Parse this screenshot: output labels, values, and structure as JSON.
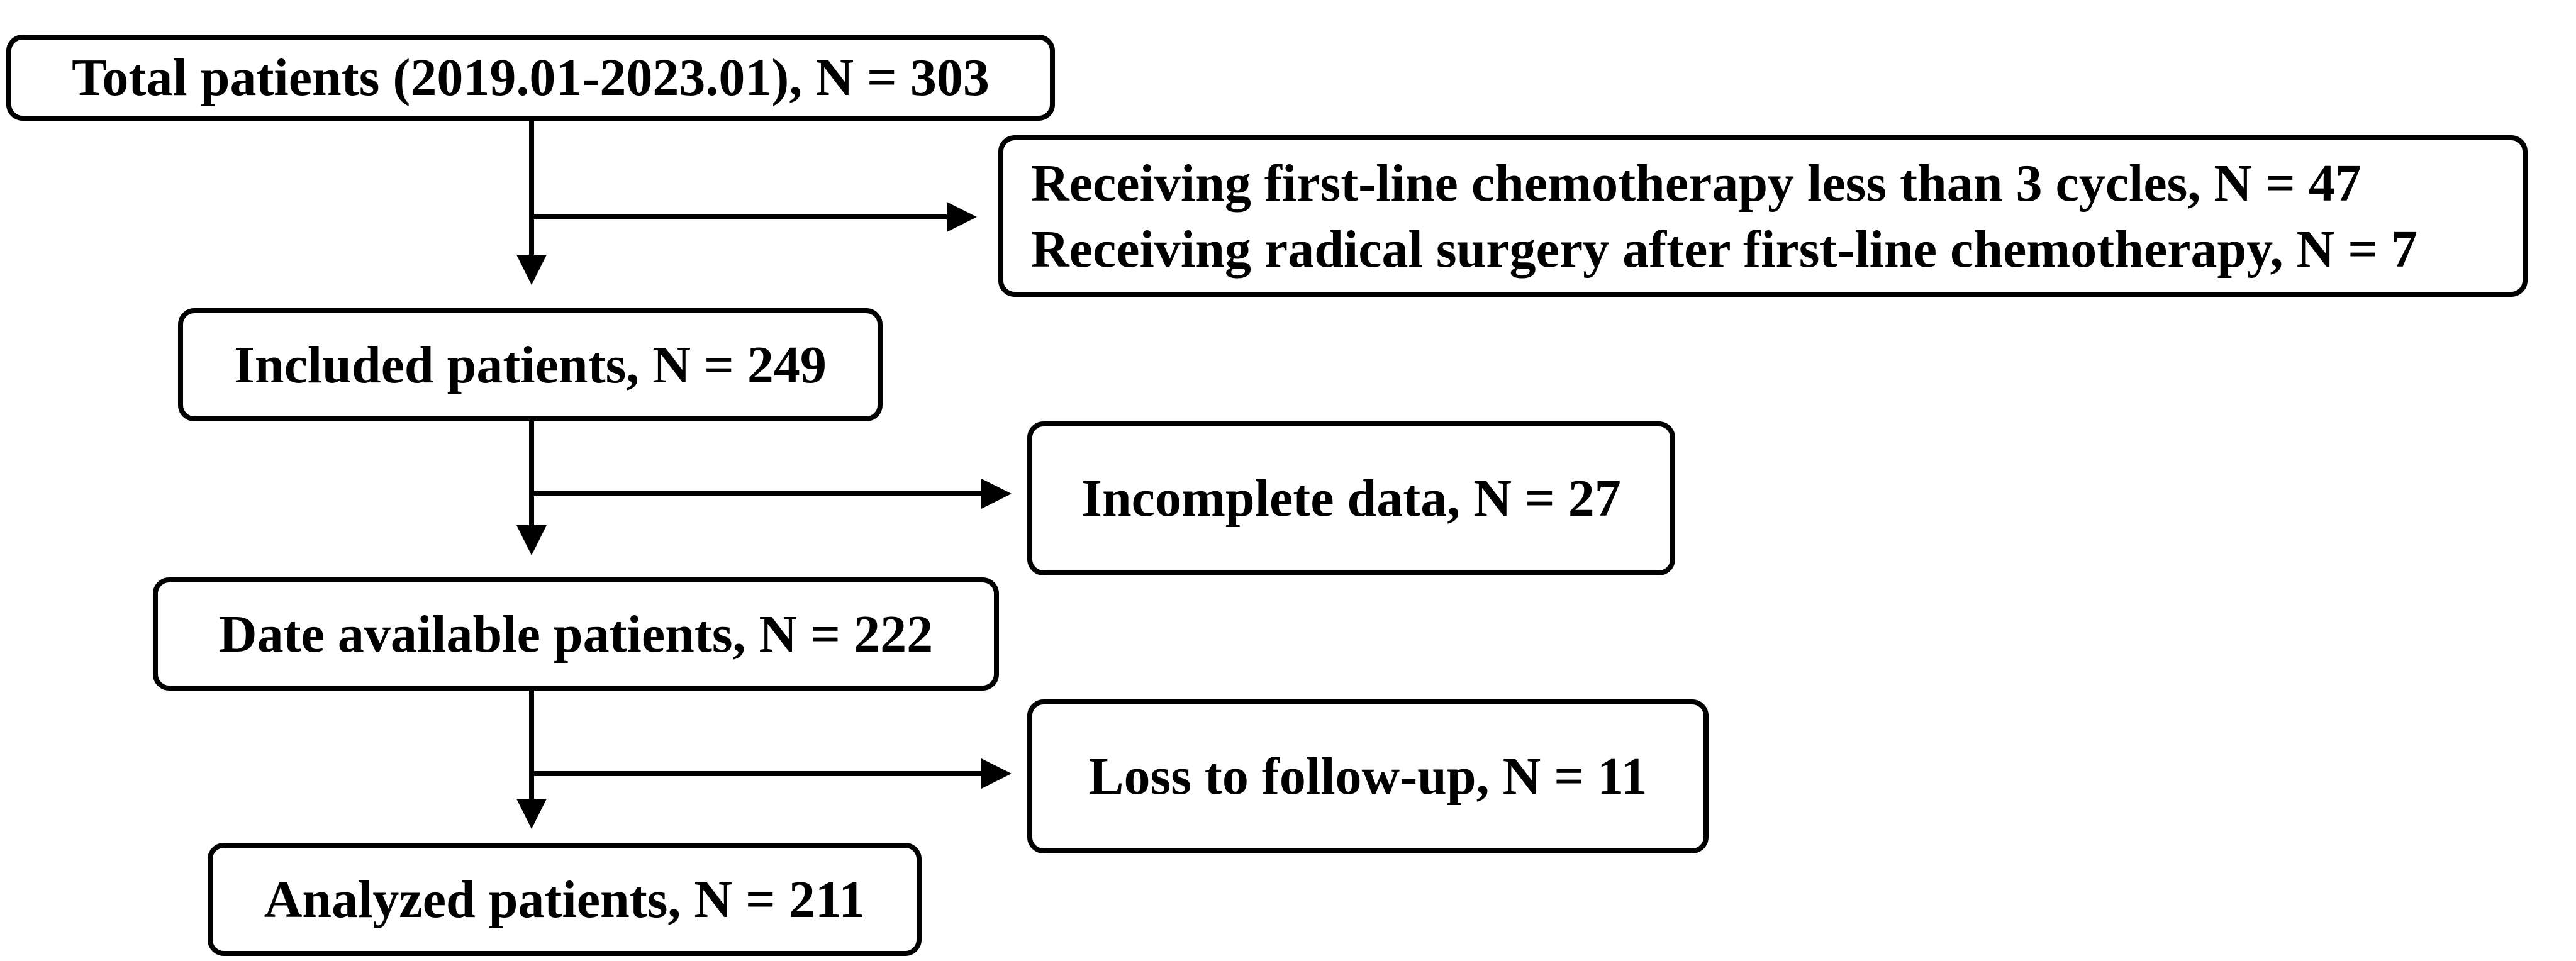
{
  "boxes": {
    "total": "Total patients (2019.01-2023.01), N = 303",
    "excluded_1": {
      "line1": "Receiving first-line chemotherapy less than 3 cycles, N = 47",
      "line2": "Receiving radical surgery after first-line chemotherapy, N = 7"
    },
    "included": "Included patients, N = 249",
    "incomplete": "Incomplete data, N = 27",
    "available": "Date available patients, N = 222",
    "loss": "Loss to follow-up, N = 11",
    "analyzed": "Analyzed patients, N = 211"
  },
  "colors": {
    "stroke": "#000000",
    "background": "#ffffff"
  }
}
